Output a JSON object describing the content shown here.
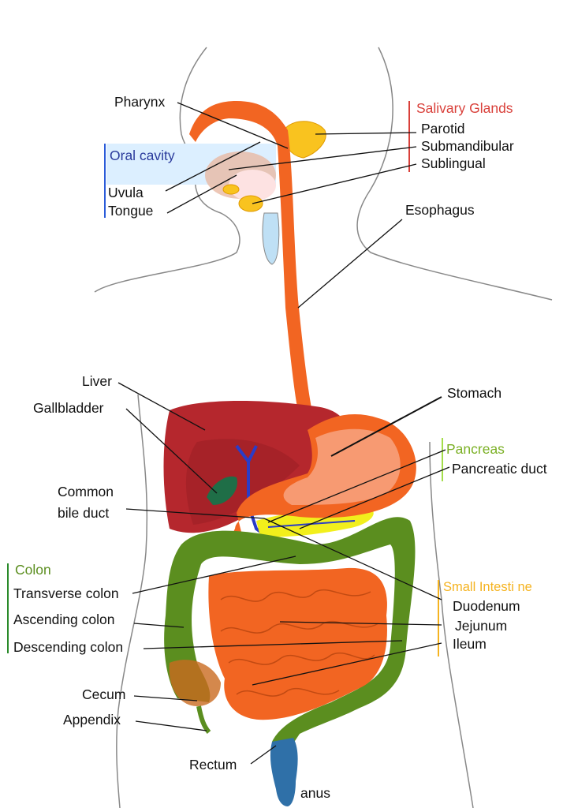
{
  "labels": {
    "pharynx": "Pharynx",
    "salivary_glands": "Salivary Glands",
    "parotid": "Parotid",
    "submandibular": "Submandibular",
    "sublingual": "Sublingual",
    "oral_cavity": "Oral cavity",
    "uvula": "Uvula",
    "tongue": "Tongue",
    "esophagus": "Esophagus",
    "liver": "Liver",
    "gallbladder": "Gallbladder",
    "stomach": "Stomach",
    "pancreas": "Pancreas",
    "pancreatic_duct": "Pancreatic duct",
    "common_bile_duct_1": "Common",
    "common_bile_duct_2": "bile duct",
    "colon": "Colon",
    "transverse_colon": "Transverse colon",
    "ascending_colon": "Ascending colon",
    "descending_colon": "Descending colon",
    "cecum": "Cecum",
    "appendix": "Appendix",
    "rectum": "Rectum",
    "anus": "anus",
    "small_intestine": "Small Intesti ne",
    "duodenum": "Duodenum",
    "jejunum": "Jejunum",
    "ileum": "Ileum"
  },
  "colors": {
    "salivary": "#d9403a",
    "oral": "#2a3a9c",
    "pancreas": "#7bb025",
    "colon": "#5b8e1f",
    "small_intestine": "#f5b320",
    "esophagus": "#f26522",
    "liver": "#b5272d"
  }
}
